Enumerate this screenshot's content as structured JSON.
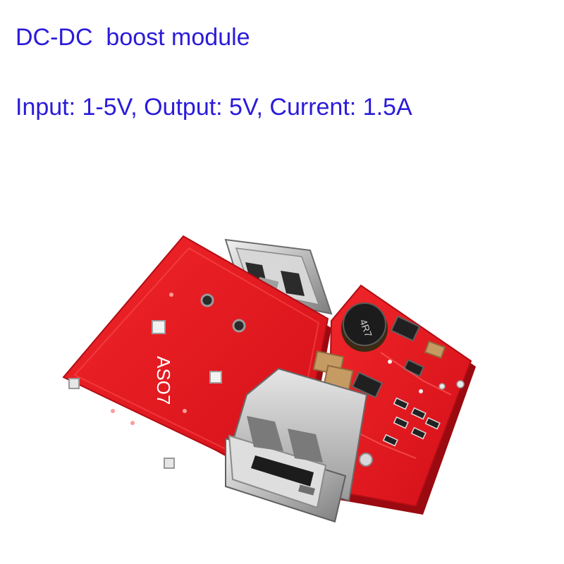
{
  "heading": {
    "title": "DC-DC  boost module",
    "spec": "Input: 1-5V, Output: 5V, Current: 1.5A"
  },
  "product": {
    "board_back_marking": "ASO7",
    "inductor_marking": "4R7"
  },
  "colors": {
    "text": "#2b1bd9",
    "pcb": "#e8141c",
    "metal": "#c9c9c9"
  }
}
